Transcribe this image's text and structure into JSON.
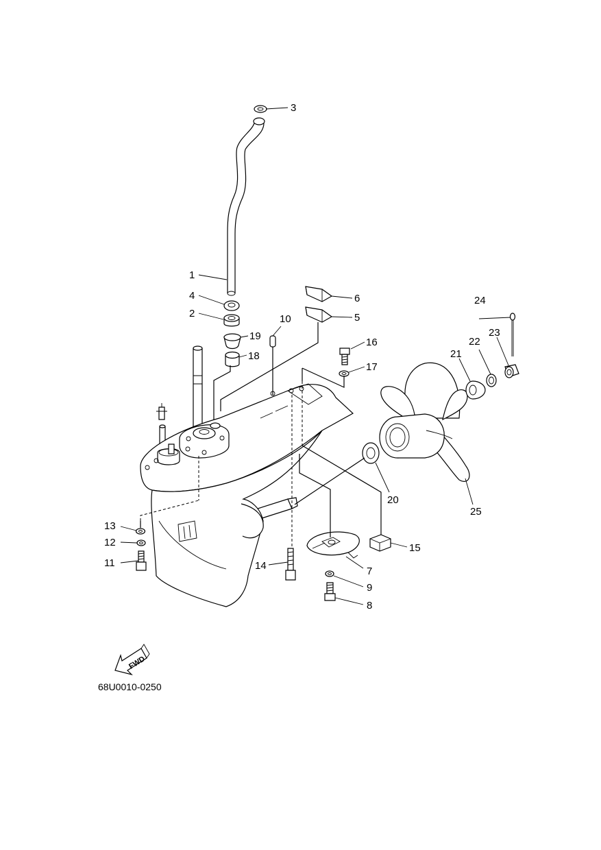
{
  "diagram": {
    "code": "68U0010-0250",
    "fwd_label": "FWD",
    "callouts": {
      "c1": "1",
      "c2": "2",
      "c3": "3",
      "c4": "4",
      "c5": "5",
      "c6": "6",
      "c7": "7",
      "c8": "8",
      "c9": "9",
      "c10": "10",
      "c11": "11",
      "c12": "12",
      "c13": "13",
      "c14": "14",
      "c15": "15",
      "c16": "16",
      "c17": "17",
      "c18": "18",
      "c19": "19",
      "c20": "20",
      "c21": "21",
      "c22": "22",
      "c23": "23",
      "c24": "24",
      "c25": "25"
    }
  }
}
